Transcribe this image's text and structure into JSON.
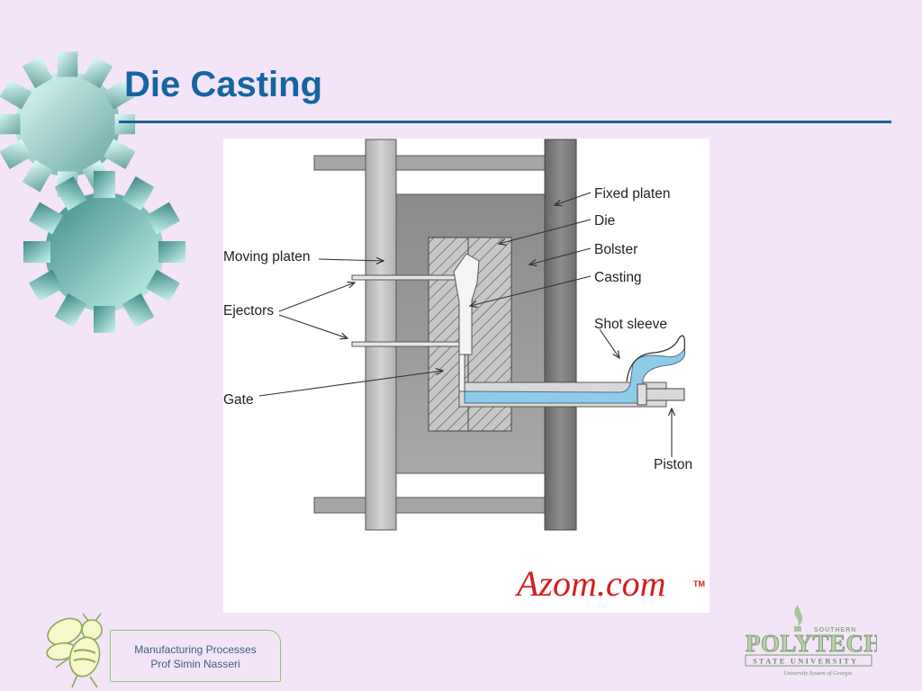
{
  "slide": {
    "title": "Die Casting"
  },
  "diagram": {
    "labels": {
      "fixed_platen": "Fixed platen",
      "die": "Die",
      "bolster": "Bolster",
      "casting": "Casting",
      "shot_sleeve": "Shot sleeve",
      "moving_platen": "Moving platen",
      "ejectors": "Ejectors",
      "gate": "Gate",
      "piston": "Piston"
    },
    "watermark": "Azom.com",
    "watermark_tm": "TM"
  },
  "footer": {
    "course": "Manufacturing Processes",
    "instructor": "Prof Simin Nasseri"
  },
  "logo": {
    "southern": "SOUTHERN",
    "name": "POLYTECHNIC",
    "subtitle": "STATE UNIVERSITY",
    "tagline": "University System of Georgia"
  },
  "colors": {
    "background": "#f3e4f8",
    "title": "#1565a0",
    "rule": "#1a6592",
    "molten_metal": "#8ecbe9",
    "watermark": "#d42020"
  },
  "icons": [
    "gear-icon",
    "bee-mascot-icon",
    "torch-icon"
  ]
}
